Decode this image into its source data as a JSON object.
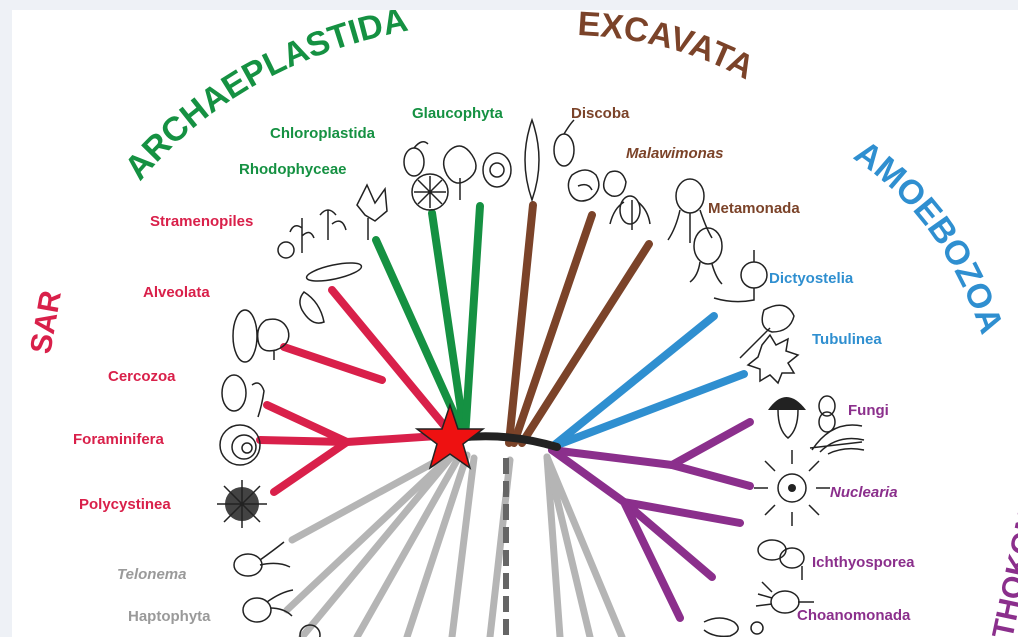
{
  "colors": {
    "sar": "#d9204a",
    "archaeplastida": "#159142",
    "excavata": "#7b4329",
    "amoebozoa": "#2f8fd0",
    "opisthokonta": "#8b2f8c",
    "other": "#b5b5b5",
    "root": "#222222",
    "star": "#ee1111"
  },
  "supergroups": {
    "sar": "SAR",
    "archaeplastida": "ARCHAEPLASTIDA",
    "excavata": "EXCAVATA",
    "amoebozoa": "AMOEBOZOA",
    "opisthokonta": "THOKONTA"
  },
  "clades": {
    "glaucophyta": "Glaucophyta",
    "chloroplastida": "Chloroplastida",
    "rhodophyceae": "Rhodophyceae",
    "stramenopiles": "Stramenopiles",
    "alveolata": "Alveolata",
    "cercozoa": "Cercozoa",
    "foraminifera": "Foraminifera",
    "polycystinea": "Polycystinea",
    "telonema": "Telonema",
    "haptophyta": "Haptophyta",
    "discoba": "Discoba",
    "malawimonas": "Malawimonas",
    "metamonada": "Metamonada",
    "dictyostelia": "Dictyostelia",
    "tubulinea": "Tubulinea",
    "fungi": "Fungi",
    "nuclearia": "Nuclearia",
    "ichthyosporea": "Ichthyosporea",
    "choanomonada": "Choanomonada"
  },
  "icons": [
    "star-icon",
    "organism-sketch-icon"
  ]
}
